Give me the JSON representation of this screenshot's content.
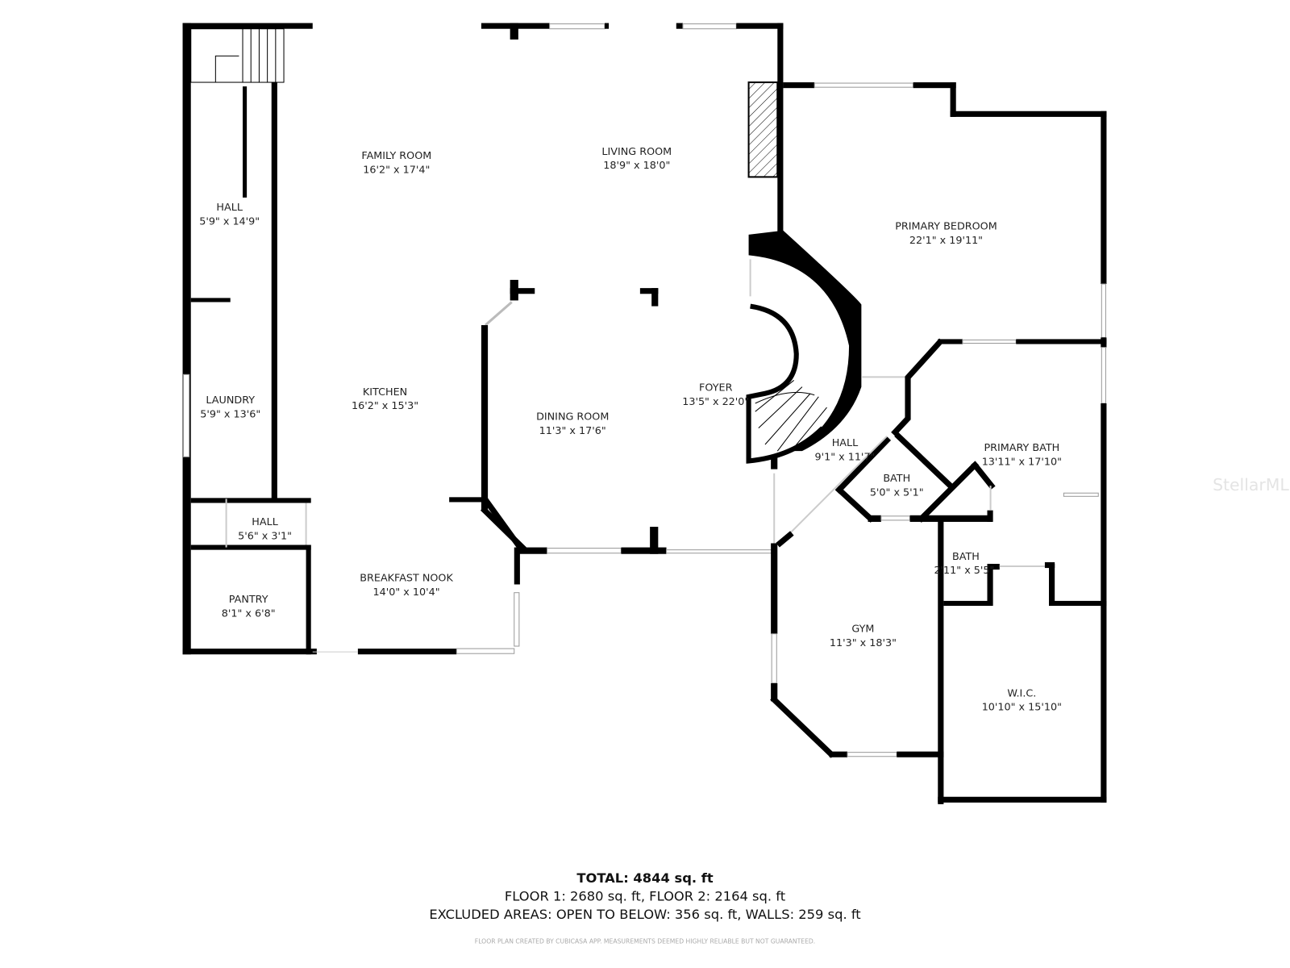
{
  "rooms": [
    {
      "name": "FAMILY ROOM",
      "dims": "16'2\" x 17'4\""
    },
    {
      "name": "LIVING ROOM",
      "dims": "18'9\" x 18'0\""
    },
    {
      "name": "PRIMARY BEDROOM",
      "dims": "22'1\" x 19'11\""
    },
    {
      "name": "HALL",
      "dims": "5'9\" x 14'9\""
    },
    {
      "name": "LAUNDRY",
      "dims": "5'9\" x 13'6\""
    },
    {
      "name": "KITCHEN",
      "dims": "16'2\" x 15'3\""
    },
    {
      "name": "DINING ROOM",
      "dims": "11'3\" x 17'6\""
    },
    {
      "name": "FOYER",
      "dims": "13'5\" x 22'0\""
    },
    {
      "name": "HALL",
      "dims": "9'1\" x 11'7\""
    },
    {
      "name": "BATH",
      "dims": "5'0\" x 5'1\""
    },
    {
      "name": "PRIMARY BATH",
      "dims": "13'11\" x 17'10\""
    },
    {
      "name": "HALL",
      "dims": "5'6\" x 3'1\""
    },
    {
      "name": "BATH",
      "dims": "2'11\" x 5'5\""
    },
    {
      "name": "PANTRY",
      "dims": "8'1\" x 6'8\""
    },
    {
      "name": "BREAKFAST NOOK",
      "dims": "14'0\" x 10'4\""
    },
    {
      "name": "GYM",
      "dims": "11'3\" x 18'3\""
    },
    {
      "name": "W.I.C.",
      "dims": "10'10\" x 15'10\""
    }
  ],
  "summary": {
    "total": "TOTAL: 4844 sq. ft",
    "floors": "FLOOR 1: 2680 sq. ft, FLOOR 2: 2164 sq. ft",
    "excluded": "EXCLUDED AREAS: OPEN TO BELOW: 356 sq. ft, WALLS: 259 sq. ft",
    "disclaimer": "FLOOR PLAN CREATED BY CUBICASA APP. MEASUREMENTS DEEMED HIGHLY RELIABLE BUT NOT GUARANTEED."
  },
  "watermark": "StellarMLS",
  "colors": {
    "walls": "#000000",
    "background": "#ffffff"
  }
}
